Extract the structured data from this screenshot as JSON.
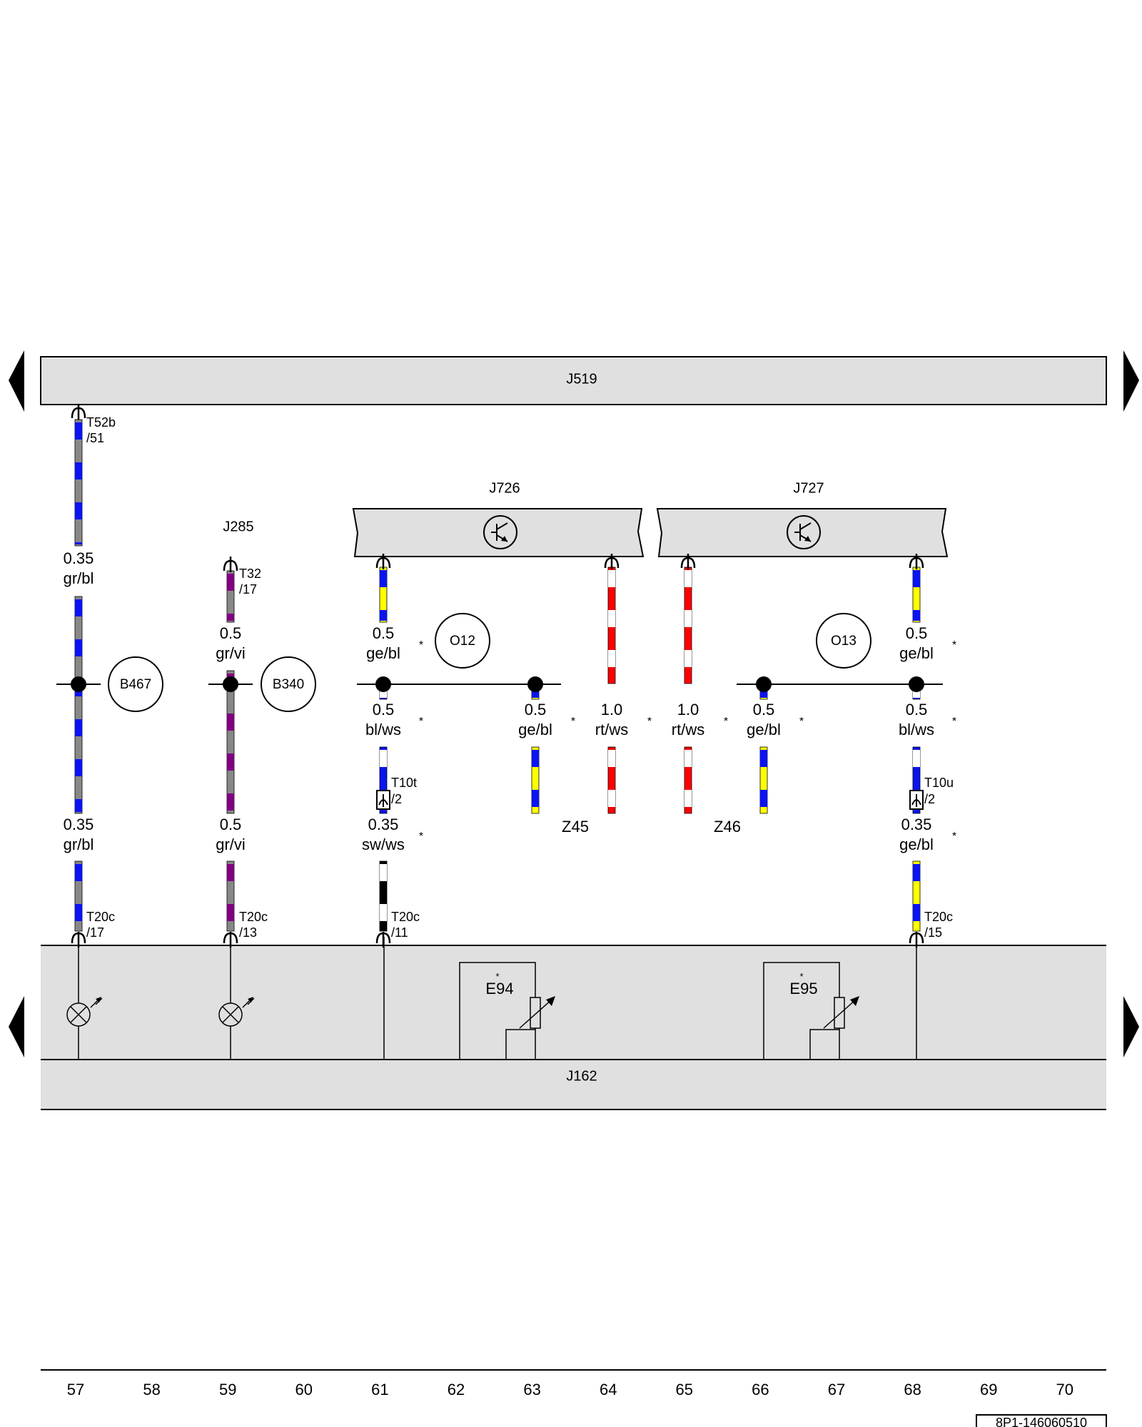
{
  "units": {
    "J519": "J519",
    "J285": "J285",
    "J726": "J726",
    "J727": "J727",
    "J162": "J162",
    "E94": "E94",
    "E95": "E95",
    "Z45": "Z45",
    "Z46": "Z46"
  },
  "circles": {
    "B467": "B467",
    "B340": "B340",
    "O12": "O12",
    "O13": "O13"
  },
  "connectors": {
    "T52b": "T52b",
    "T52b_pin": "/51",
    "T32": "T32",
    "T32_pin": "/17",
    "T10t": "T10t",
    "T10t_pin": "/2",
    "T10u": "T10u",
    "T10u_pin": "/2",
    "T20c": "T20c",
    "T20c_17": "/17",
    "T20c_13": "/13",
    "T20c_11": "/11",
    "T20c_15": "/15"
  },
  "wires": [
    {
      "id": "w57a",
      "size": "0.35",
      "color": "gr/bl",
      "star": ""
    },
    {
      "id": "w57b",
      "size": "0.35",
      "color": "gr/bl",
      "star": ""
    },
    {
      "id": "w59a",
      "size": "0.5",
      "color": "gr/vi",
      "star": ""
    },
    {
      "id": "w59b",
      "size": "0.5",
      "color": "gr/vi",
      "star": ""
    },
    {
      "id": "w61a",
      "size": "0.5",
      "color": "ge/bl",
      "star": "*"
    },
    {
      "id": "w61b",
      "size": "0.5",
      "color": "bl/ws",
      "star": "*"
    },
    {
      "id": "w61c",
      "size": "0.35",
      "color": "sw/ws",
      "star": "*"
    },
    {
      "id": "w63",
      "size": "0.5",
      "color": "ge/bl",
      "star": "*"
    },
    {
      "id": "w64",
      "size": "1.0",
      "color": "rt/ws",
      "star": "*"
    },
    {
      "id": "w65",
      "size": "1.0",
      "color": "rt/ws",
      "star": "*"
    },
    {
      "id": "w66",
      "size": "0.5",
      "color": "ge/bl",
      "star": "*"
    },
    {
      "id": "w68a",
      "size": "0.5",
      "color": "ge/bl",
      "star": "*"
    },
    {
      "id": "w68b",
      "size": "0.5",
      "color": "bl/ws",
      "star": "*"
    },
    {
      "id": "w68c",
      "size": "0.35",
      "color": "ge/bl",
      "star": "*"
    }
  ],
  "star": "*",
  "grid_numbers": [
    "57",
    "58",
    "59",
    "60",
    "61",
    "62",
    "63",
    "64",
    "65",
    "66",
    "67",
    "68",
    "69",
    "70"
  ],
  "doc_id": "8P1-146060510",
  "colors": {
    "unit_fill": "#e0e0e0",
    "gr": "#888888",
    "bl": "#0a14f0",
    "ge": "#ffff00",
    "vi": "#800080",
    "rt": "#ff0000",
    "ws": "#ffffff",
    "sw": "#000000"
  }
}
